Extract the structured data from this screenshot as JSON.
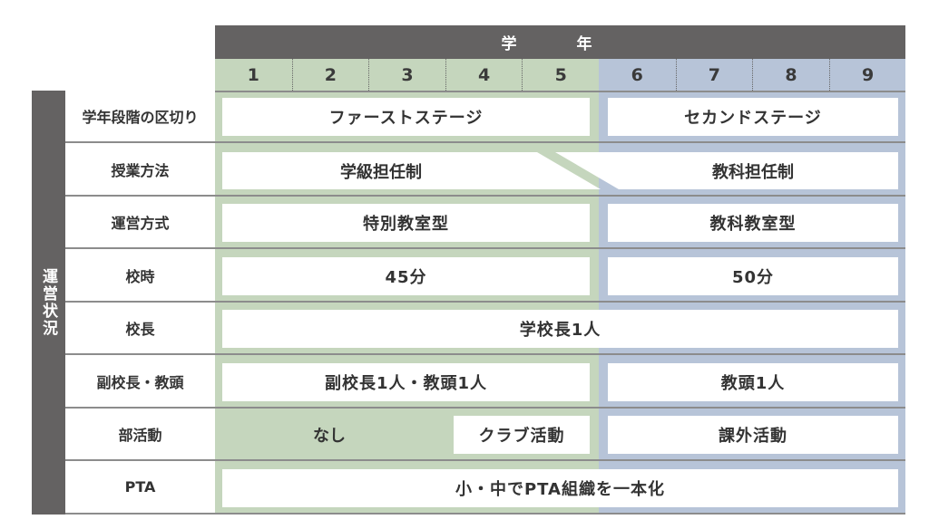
{
  "header": {
    "title": "学 年"
  },
  "grades": [
    "1",
    "2",
    "3",
    "4",
    "5",
    "6",
    "7",
    "8",
    "9"
  ],
  "side_label": "運営状況",
  "rows": [
    {
      "label": "学年段階の区切り",
      "left": "ファーストステージ",
      "right": "セカンドステージ"
    },
    {
      "label": "授業方法",
      "left": "学級担任制",
      "right": "教科担任制"
    },
    {
      "label": "運営方式",
      "left": "特別教室型",
      "right": "教科教室型"
    },
    {
      "label": "校時",
      "left": "45分",
      "right": "50分"
    },
    {
      "label": "校長",
      "full": "学校長1人"
    },
    {
      "label": "副校長・教頭",
      "left": "副校長1人・教頭1人",
      "right": "教頭1人"
    },
    {
      "label": "部活動",
      "none": "なし",
      "club": "クラブ活動",
      "right": "課外活動"
    },
    {
      "label": "PTA",
      "full": "小・中でPTA組織を一本化"
    }
  ],
  "colors": {
    "green": "#c5d6bd",
    "blue": "#b7c4d8",
    "dark": "#646262"
  }
}
